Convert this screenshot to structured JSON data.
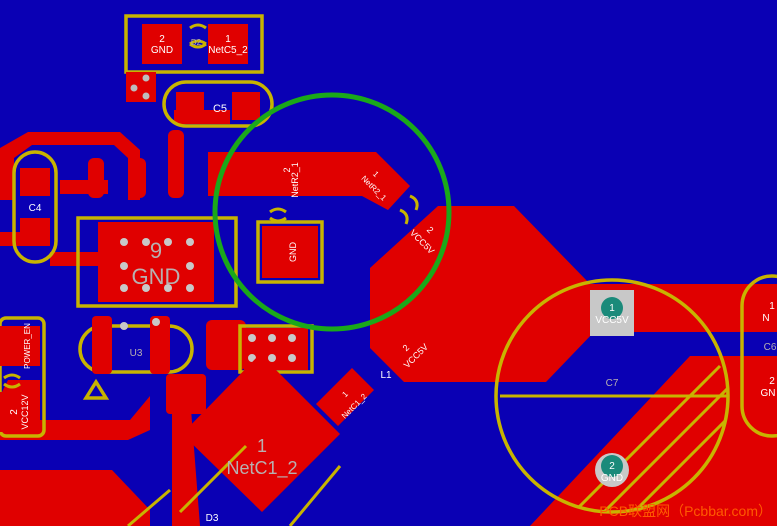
{
  "colors": {
    "background": "#0a00b4",
    "copper": "#e00000",
    "silkscreen": "#c8b400",
    "highlight_circle": "#1aa81a",
    "via": "#1a8a7a",
    "watermark": "#ff5a00"
  },
  "pads": {
    "top_gnd": {
      "number": "2",
      "net": "GND"
    },
    "top_netc5": {
      "number": "1",
      "net": "NetC5_2"
    },
    "netr2": {
      "number": "2",
      "net": "NetR2_1"
    },
    "netr2_pin1": {
      "number": "1",
      "net": "NetR2_1"
    },
    "gnd_under": {
      "net": "GND"
    },
    "vcc5v_a": {
      "number": "2",
      "net": "VCC5V"
    },
    "vcc5v_b": {
      "number": "2",
      "net": "VCC5V"
    },
    "ic_gnd": {
      "number": "9",
      "net": "GND"
    },
    "via_vcc5v": {
      "number": "1",
      "net": "VCC5V"
    },
    "via_gnd": {
      "number": "2",
      "net": "GND"
    },
    "netc1_big": {
      "number": "1",
      "net": "NetC1_2"
    },
    "netc1_small": {
      "number": "1",
      "net": "NetC1_2"
    },
    "power_en": {
      "net": "POWER_EN"
    },
    "vcc12v": {
      "number": "2",
      "net": "VCC12V"
    },
    "right_top": {
      "number": "1",
      "net": "N"
    },
    "right_mid": {
      "number": "2",
      "net": "GN"
    }
  },
  "designators": {
    "c5": "C5",
    "c4": "C4",
    "c7": "C7",
    "c6": "C6",
    "l1": "L1",
    "d3": "D3",
    "u": "U3",
    "r2_small": "D3"
  },
  "watermark": "PCB联盟网（Pcbbar.com）"
}
